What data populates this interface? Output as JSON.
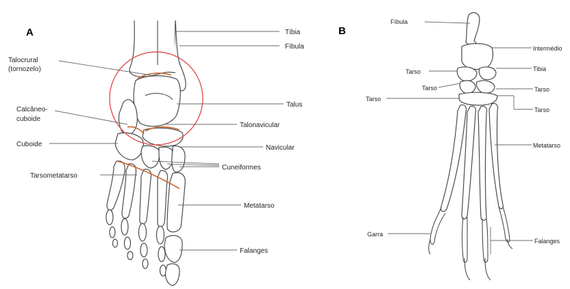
{
  "panel_a": {
    "letter": "A",
    "labels": {
      "tibia": "Tíbia",
      "fibula": "Fíbula",
      "talocrural_1": "Talocrural",
      "talocrural_2": "(tornozelo)",
      "talus": "Talus",
      "calcaneo_1": "Calcâneo-",
      "calcaneo_2": "cuboide",
      "talonavicular": "Talonavicular",
      "cuboide": "Cuboide",
      "navicular": "Navicular",
      "cuneiformes": "Cuneiformes",
      "tarsometatarso": "Tarsometatarso",
      "metatarso": "Metatarso",
      "falanges": "Falanges"
    },
    "colors": {
      "highlight_circle": "#e05050",
      "joint_lines": "#c8642a"
    }
  },
  "panel_b": {
    "letter": "B",
    "labels": {
      "fibula": "Fíbula",
      "intermedio": "Intermédio",
      "tarso_1": "Tarso",
      "tibia": "Tibia",
      "tarso_2": "Tarso",
      "tarso_3": "Tarso",
      "tarso_4": "Tarso",
      "tarso_5": "Tarso",
      "metatarso": "Metatarso",
      "garra": "Garra",
      "falanges": "Falanges"
    }
  }
}
